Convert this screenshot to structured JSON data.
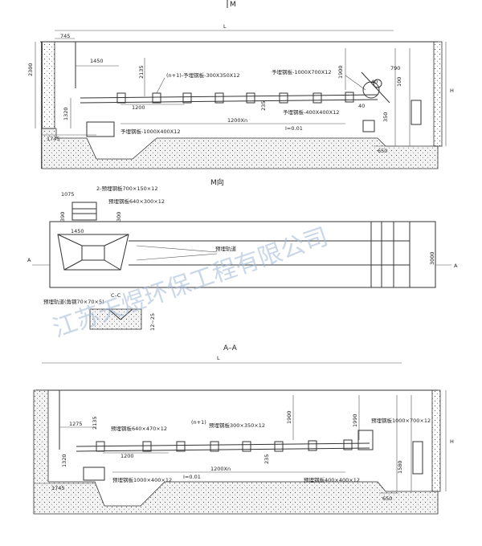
{
  "titles": {
    "top_arrow": "M",
    "plan": "M向",
    "section": "A–A",
    "cc": "C–C"
  },
  "top": {
    "L": "L",
    "d745": "745",
    "d2300": "2300",
    "d1450": "1450",
    "d2135": "2135",
    "d1200": "1200",
    "d1320": "1320",
    "d1745": "1745",
    "d1200xn": "1200Xn",
    "d235": "235",
    "d1900": "1900",
    "d790": "790",
    "d100": "100",
    "d350": "350",
    "d650": "650",
    "H": "H",
    "slope": "I=0.01",
    "plate_n1": "(n+1)-予埋钢板-300X350X12",
    "plate_1000x700": "予埋钢板-1000X700X12",
    "plate_400x400": "予埋钢板-400X400X12",
    "plate_1000x400": "予埋钢板-1000X400X12",
    "angle40": "40",
    "angle40b": "40"
  },
  "plan": {
    "d1075": "1075",
    "d390": "390",
    "d1450": "1450",
    "d300": "300",
    "d3000": "3000",
    "A": "A",
    "plate2": "2-预埋钢板700×150×12",
    "plate640": "预埋钢板640×300×12",
    "rail": "预埋轨道",
    "rail_angle": "预埋轨道(角钢70×70×5)",
    "d12_25": "12~25"
  },
  "section": {
    "L": "L",
    "d1275": "1275",
    "d2135": "2135",
    "d1200": "1200",
    "d1320": "1320",
    "d1745": "1745",
    "d1200xn": "1200Xn",
    "d235": "235",
    "d1900": "1900",
    "d1990": "1990",
    "d1580": "1580",
    "d650": "650",
    "H": "H",
    "slope": "I=0.01",
    "plate640": "预埋钢板640×470×12",
    "plate_n1": "(n+1)",
    "plate_n1b": "预埋钢板300×350×12",
    "plate1000x700": "预埋钢板1000×700×12",
    "plate1000x400": "预埋钢板1000×400×12",
    "plate400x400": "预埋钢板400×400×12"
  },
  "watermark": "江苏天煜环保工程有限公司"
}
